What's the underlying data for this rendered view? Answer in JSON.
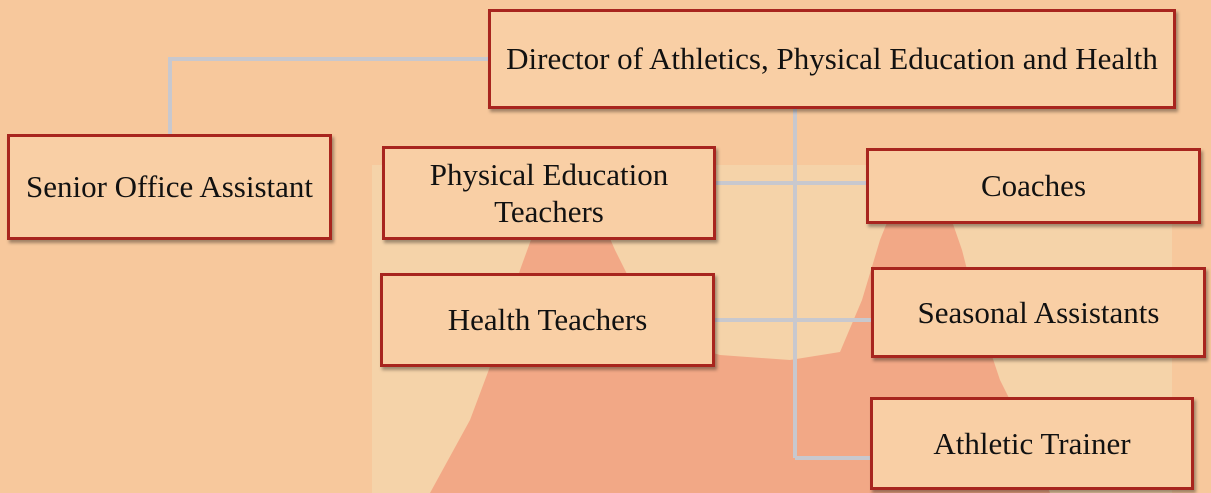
{
  "colors": {
    "page_background": "#F7C89C",
    "box_fill": "#F9CFA5",
    "box_border": "#A8251E",
    "connector": "#C8C8CE",
    "watermark_panel": "#F5D3A9",
    "watermark_figure": "#F2A886"
  },
  "org_chart": {
    "director": "Director of Athletics, Physical Education and Health",
    "senior_office_assistant": "Senior Office Assistant",
    "physical_education_teachers": "Physical Education Teachers",
    "coaches": "Coaches",
    "health_teachers": "Health Teachers",
    "seasonal_assistants": "Seasonal Assistants",
    "athletic_trainer": "Athletic Trainer"
  }
}
